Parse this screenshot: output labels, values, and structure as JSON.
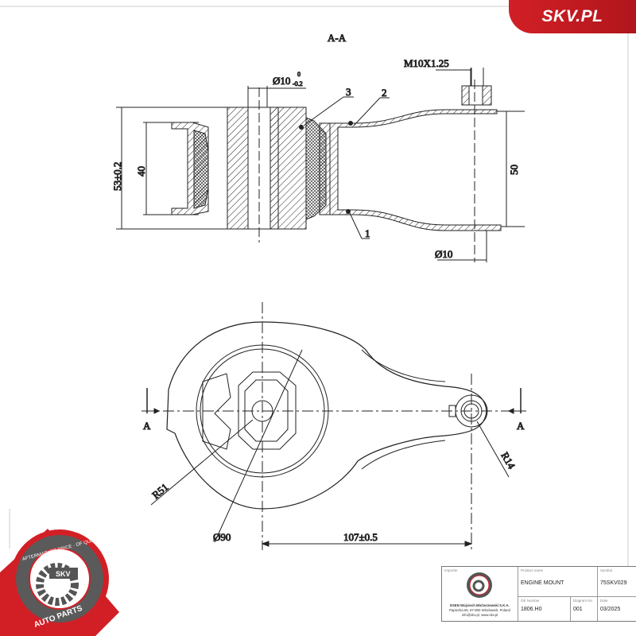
{
  "brand": {
    "site": "SKV.PL",
    "badge_top": "AFTERMARKET PRICE · OF QUALITY",
    "badge_center": "SKV",
    "badge_bottom": "AUTO PARTS",
    "accent": "#d21f26"
  },
  "drawing": {
    "section_title": "A-A",
    "dims": {
      "bore": "Ø10",
      "bore_tol_upper": "0",
      "bore_tol_lower": "-0.2",
      "thread": "M10X1.25",
      "height_total": "53±0.2",
      "height_inner": "40",
      "arm_height": "50",
      "bolt_dia": "Ø10",
      "radius_large": "R51",
      "diameter": "Ø90",
      "radius_small": "R14",
      "center_distance": "107±0.5",
      "section_mark": "A"
    },
    "callouts": [
      "1",
      "2",
      "3"
    ]
  },
  "title_block": {
    "importer_label": "Importer",
    "importer_lines": [
      "ESEN Wojciech Michorzewski S.K.A.",
      "Papiezka 65, 87-800 Wloclawek, Poland",
      "info@skv.pl, www.skv.pl"
    ],
    "product_label": "Product name",
    "product": "ENGINE MOUNT",
    "symbol_label": "Symbol",
    "symbol": "75SKV029",
    "oe_label": "OE Number",
    "oe": "1806.H0",
    "diagram_label": "Diagram No",
    "diagram": "001",
    "date_label": "Date",
    "date": "03/2025"
  }
}
